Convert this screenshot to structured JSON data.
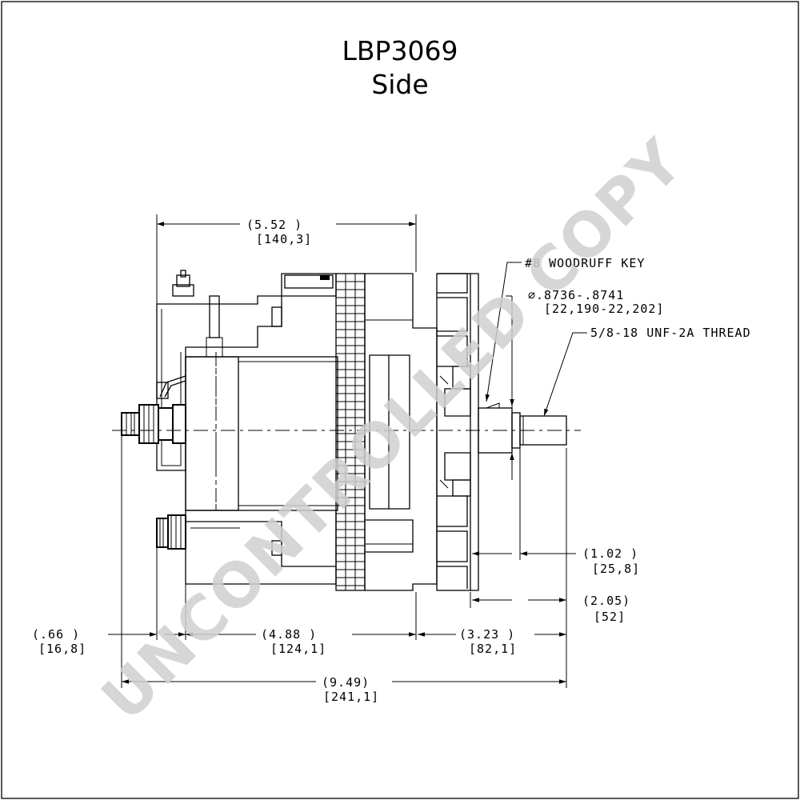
{
  "drawing": {
    "part_number": "LBP3069",
    "view": "Side"
  },
  "watermark": {
    "text": "UNCONTROLLED COPY",
    "color": "#d0d0d0"
  },
  "notes": {
    "woodruff_key": "#8 WOODRUFF KEY",
    "shaft_diameter": "∅.8736-.8741",
    "shaft_diameter_mm": "[22,190-22,202]",
    "thread": "5/8-18 UNF-2A THREAD"
  },
  "dimensions": {
    "body_length_in": "(5.52   )",
    "body_length_mm": "[140,3]",
    "shaft_extension_in": "(1.02  )",
    "shaft_extension_mm": "[25,8]",
    "shaft_total_in": "(2.05)",
    "shaft_total_mm": "[52]",
    "terminal_offset_in": "(.66   )",
    "terminal_offset_mm": "[16,8]",
    "housing_length_in": "(4.88   )",
    "housing_length_mm": "[124,1]",
    "front_length_in": "(3.23   )",
    "front_length_mm": "[82,1]",
    "overall_length_in": "(9.49)",
    "overall_length_mm": "[241,1]"
  }
}
